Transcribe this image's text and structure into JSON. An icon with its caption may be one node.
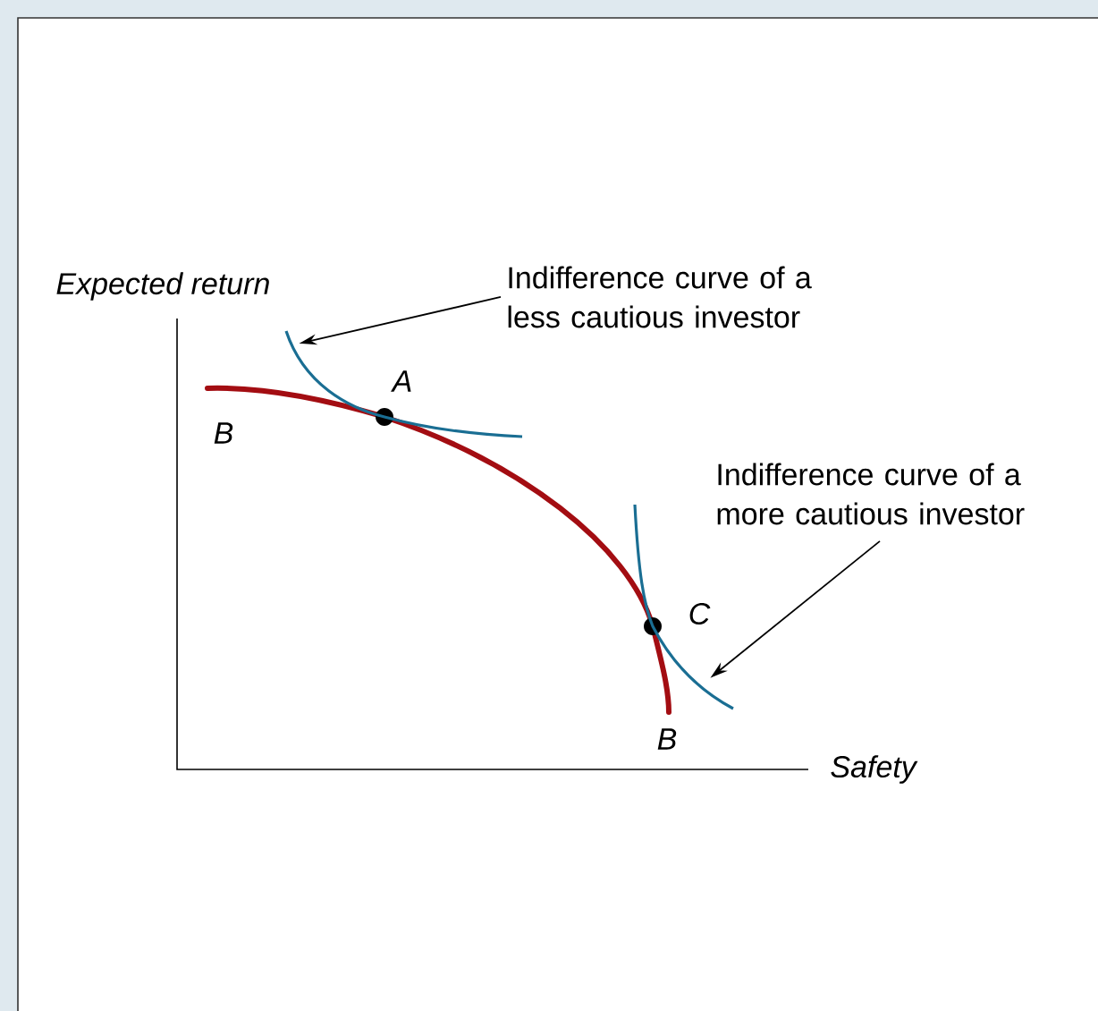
{
  "diagram": {
    "nodes": [
      {
        "text": [
          "Indifference curve of a less cautious investor"
        ]
      },
      {
        "text": [],
        "shape": "curve"
      },
      {
        "text": [
          "Indifference curve of a more cautious investor"
        ]
      },
      {
        "text": [],
        "shape": "curve"
      }
    ],
    "edges": [
      {
        "from": 0,
        "to": 1,
        "arrow": "to"
      },
      {
        "from": 2,
        "to": 3,
        "arrow": "to"
      }
    ],
    "labels": [
      "Expected return",
      "A",
      "B",
      "C",
      "B",
      "Safety"
    ]
  }
}
